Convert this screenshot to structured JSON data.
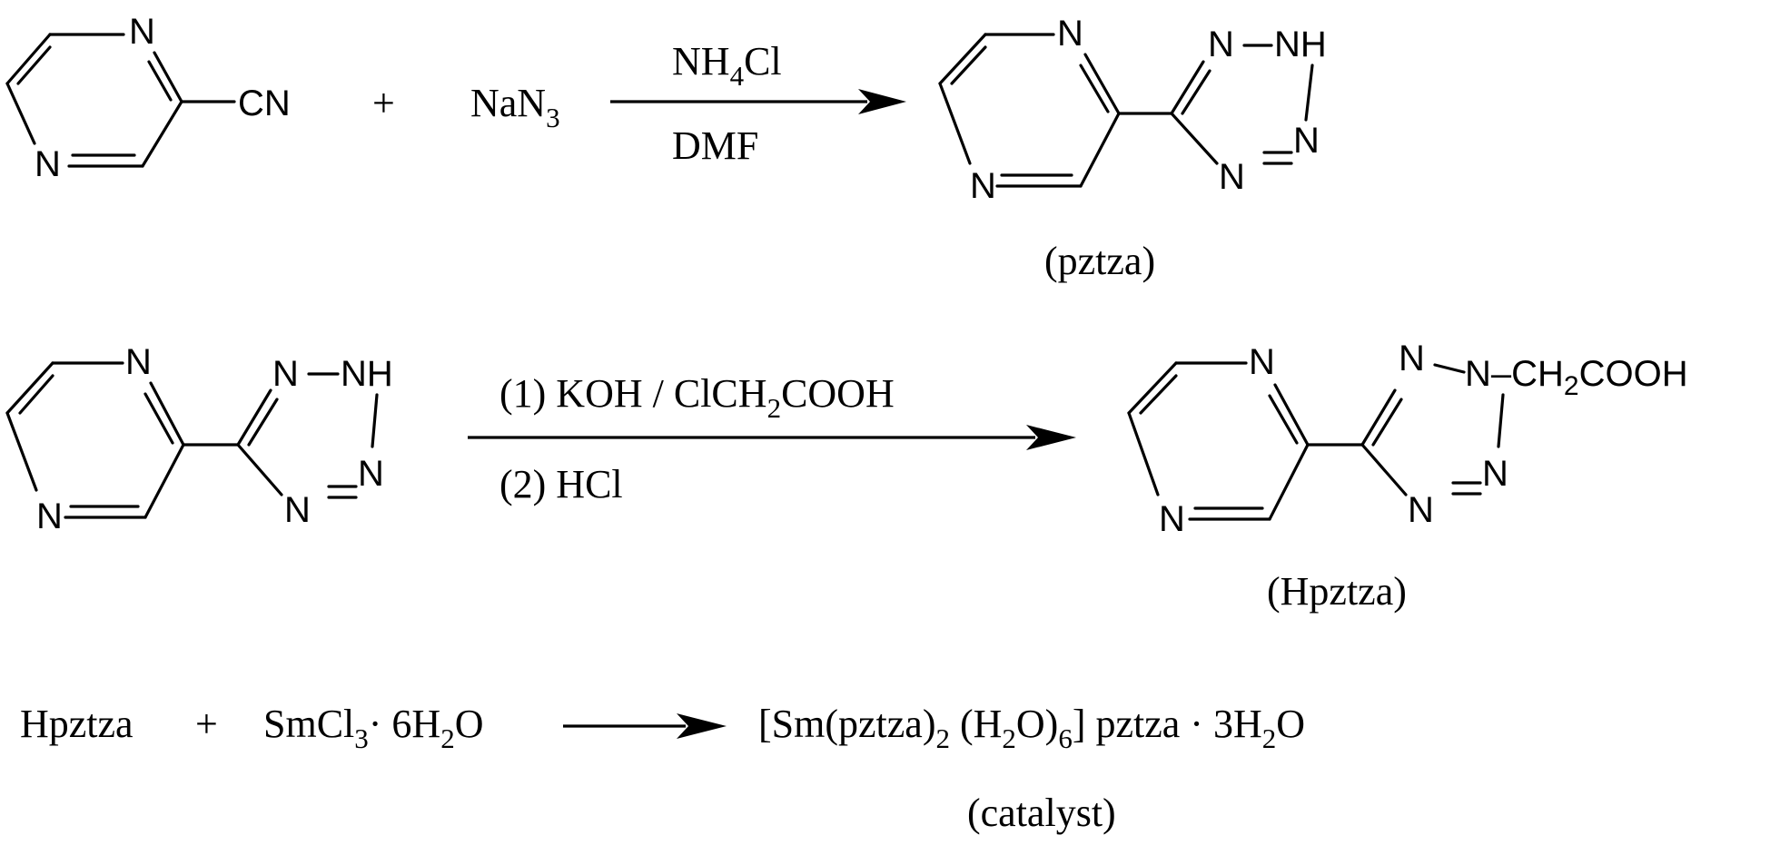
{
  "atoms": {
    "n": "N",
    "nh": "NH",
    "cn": "CN",
    "ch2_prefix": "N–CH",
    "ch2_sub": "2",
    "cooh": "COOH"
  },
  "reaction1": {
    "plus": "+",
    "reagent_main": "NaN",
    "reagent_sub": "3",
    "above_main": "NH",
    "above_sub": "4",
    "above_tail": "Cl",
    "below": "DMF",
    "product_label": "(pztza)"
  },
  "reaction2": {
    "step1_pre": "(1)  KOH / ClCH",
    "step1_sub": "2",
    "step1_post": "COOH",
    "step2": "(2)  HCl",
    "product_label": "(Hpztza)"
  },
  "reaction3": {
    "reactant": "Hpztza",
    "plus": "+",
    "salt_main": "SmCl",
    "salt_sub": "3",
    "salt_tail": "· 6H",
    "salt_sub2": "2",
    "salt_end": "O",
    "prod_a": "[Sm(pztza)",
    "prod_sub1": "2",
    "prod_b": " (H",
    "prod_sub2": "2",
    "prod_c": "O)",
    "prod_sub3": "6",
    "prod_d": "] pztza · 3H",
    "prod_sub4": "2",
    "prod_e": "O",
    "product_label": "(catalyst)"
  }
}
